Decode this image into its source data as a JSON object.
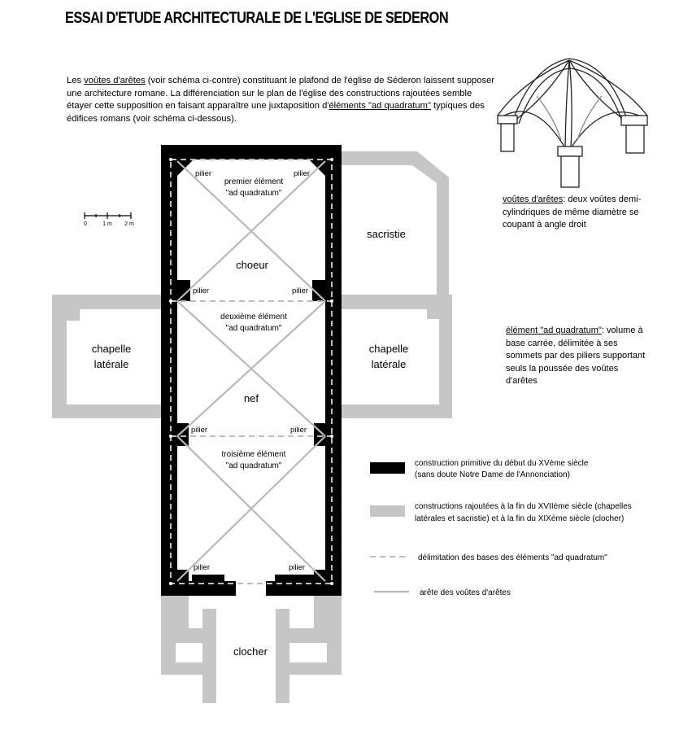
{
  "title": "ESSAI D'ETUDE ARCHITECTURALE DE L'EGLISE DE SEDERON",
  "intro": {
    "p1": "Les ",
    "l1": "voûtes d'arêtes",
    "p2": " (voir schéma ci-contre) constituant le plafond de l'église de Séderon laissent supposer une architecture romane. La différenciation sur le plan de l'église des constructions rajoutées semble étayer cette supposition en faisant apparaître une juxtaposition d'",
    "l2": "éléments \"ad quadratum\"",
    "p3": " typiques des édifices romans (voir schéma ci-dessous)."
  },
  "vault_note": {
    "term": "voûtes d'arêtes",
    "text": ": deux voûtes demi-cylindriques de même diamètre se coupant à angle droit"
  },
  "element_note": {
    "term": "élément \"ad quadratum\"",
    "text": ": volume à base carrée, délimitée à ses sommets par des piliers supportant seuls la poussée des voûtes d'arêtes"
  },
  "scale": {
    "t0": "0",
    "t1": "1 m",
    "t2": "2 m"
  },
  "plan": {
    "sacristie": "sacristie",
    "chapel_left": [
      "chapelle",
      "latérale"
    ],
    "chapel_right": [
      "chapelle",
      "latérale"
    ],
    "choeur": "choeur",
    "nef": "nef",
    "clocher": "clocher",
    "pilier": "pilier",
    "element1": [
      "premier élément",
      "\"ad quadratum\""
    ],
    "element2": [
      "deuxième élément",
      "\"ad quadratum\""
    ],
    "element3": [
      "troisième élément",
      "\"ad quadratum\""
    ]
  },
  "legend": [
    {
      "style": "black-bar",
      "lines": [
        "construction primitive du début du XVème siècle",
        "(sans doute Notre Dame de l'Annonciation)"
      ]
    },
    {
      "style": "gray-bar",
      "lines": [
        "constructions rajoutées à la fin du XVIIème siècle (chapelles",
        "latérales et sacristie) et à la fin du XIXème siècle (clocher)"
      ]
    },
    {
      "style": "dashed",
      "lines": [
        "délimitation des bases des éléments \"ad quadratum\""
      ]
    },
    {
      "style": "gray-line",
      "lines": [
        "arête des voûtes d'arêtes"
      ]
    }
  ],
  "colors": {
    "primitive": "#000000",
    "added": "#c6c6c6",
    "edge": "#b9b9b9"
  }
}
